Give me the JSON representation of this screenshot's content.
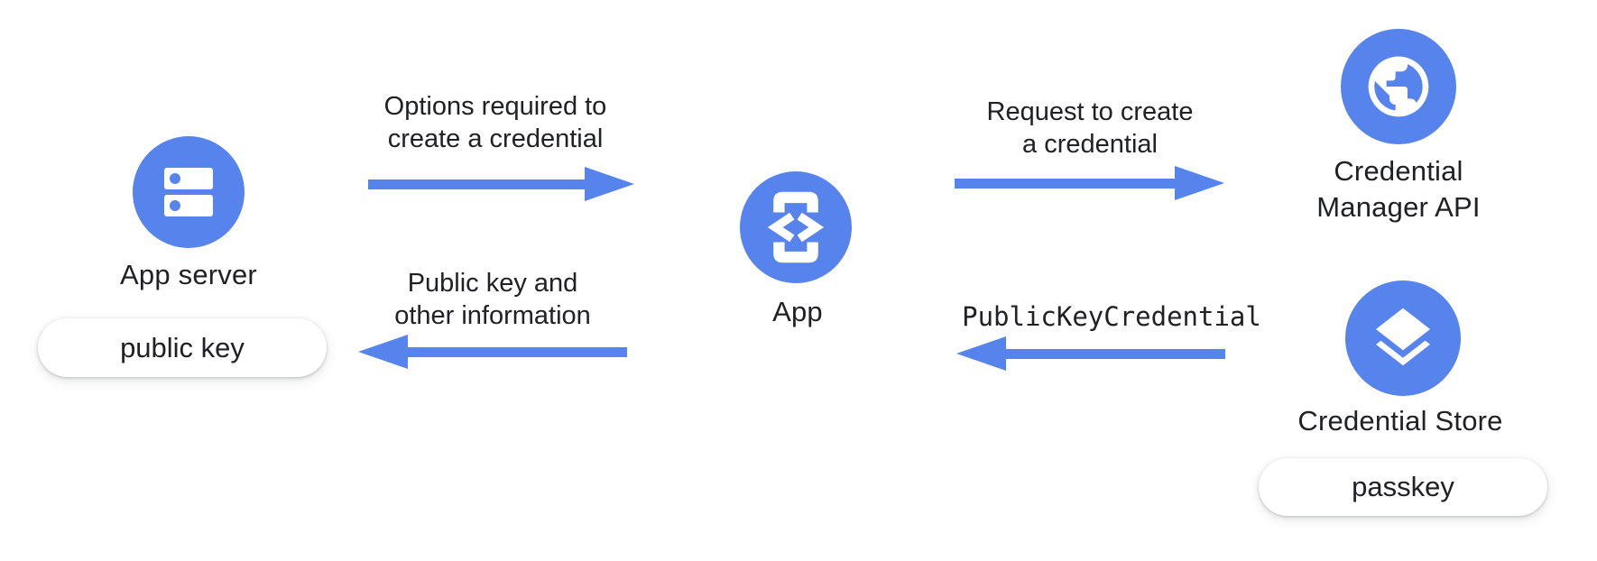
{
  "colors": {
    "accent_blue": "#5684EC",
    "text": "#202124",
    "pill_background": "#FFFFFF"
  },
  "nodes": {
    "app_server": {
      "label": "App server",
      "icon": "server-icon"
    },
    "app": {
      "label": "App",
      "icon": "app-code-phone-icon"
    },
    "credential_manager": {
      "label_line1": "Credential",
      "label_line2": "Manager API",
      "icon": "globe-icon"
    },
    "credential_store": {
      "label": "Credential Store",
      "icon": "layers-icon"
    }
  },
  "pills": {
    "public_key": "public key",
    "passkey": "passkey"
  },
  "arrows": {
    "options": {
      "direction": "right",
      "line1": "Options required to",
      "line2": "create a credential"
    },
    "request": {
      "direction": "right",
      "line1": "Request to create",
      "line2": "a credential"
    },
    "public_key_info": {
      "direction": "left",
      "line1": "Public key and",
      "line2": "other information"
    },
    "public_key_credential": {
      "direction": "left",
      "label": "PublicKeyCredential"
    }
  }
}
